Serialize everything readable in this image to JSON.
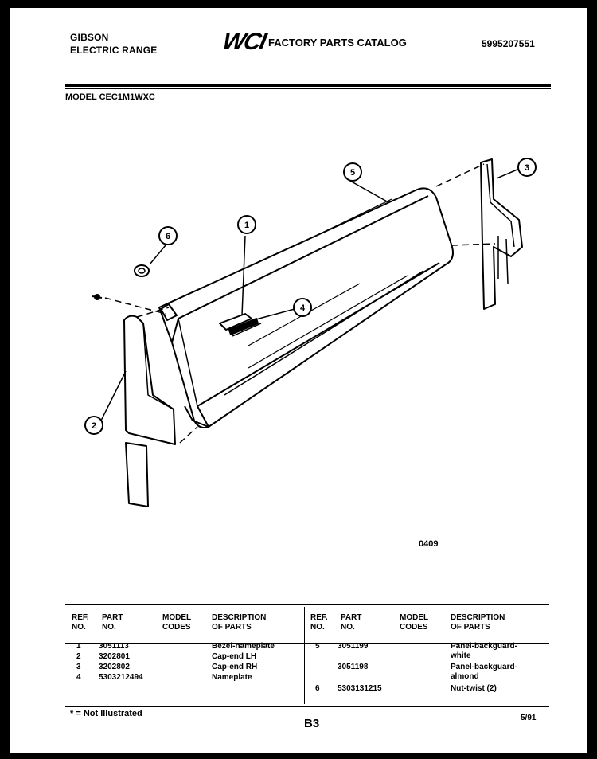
{
  "header": {
    "brand_line1": "GIBSON",
    "brand_line2": "ELECTRIC RANGE",
    "logo": "WCI",
    "catalog_title": "FACTORY PARTS CATALOG",
    "doc_number": "5995207551",
    "model": "MODEL CEC1M1WXC"
  },
  "diagram": {
    "callouts": [
      "1",
      "2",
      "3",
      "4",
      "5",
      "6"
    ],
    "figure_code": "0409"
  },
  "parts_table": {
    "headers": {
      "ref_line1": "REF.",
      "ref_line2": "NO.",
      "part_line1": "PART",
      "part_line2": "NO.",
      "model_line1": "MODEL",
      "model_line2": "CODES",
      "desc_line1": "DESCRIPTION",
      "desc_line2": "OF PARTS"
    },
    "left_rows": [
      {
        "ref": "1",
        "part": "3051113",
        "desc": "Bezel-nameplate"
      },
      {
        "ref": "2",
        "part": "3202801",
        "desc": "Cap-end LH"
      },
      {
        "ref": "3",
        "part": "3202802",
        "desc": "Cap-end RH"
      },
      {
        "ref": "4",
        "part": "5303212494",
        "desc": "Nameplate"
      }
    ],
    "right_rows": [
      {
        "ref": "5",
        "part": "3051199",
        "desc1": "Panel-backguard-",
        "desc2": "white"
      },
      {
        "ref": "",
        "part": "3051198",
        "desc1": "Panel-backguard-",
        "desc2": "almond"
      },
      {
        "ref": "6",
        "part": "5303131215",
        "desc1": "Nut-twist (2)",
        "desc2": ""
      }
    ]
  },
  "footer": {
    "footnote": "* = Not Illustrated",
    "page": "B3",
    "date": "5/91"
  }
}
